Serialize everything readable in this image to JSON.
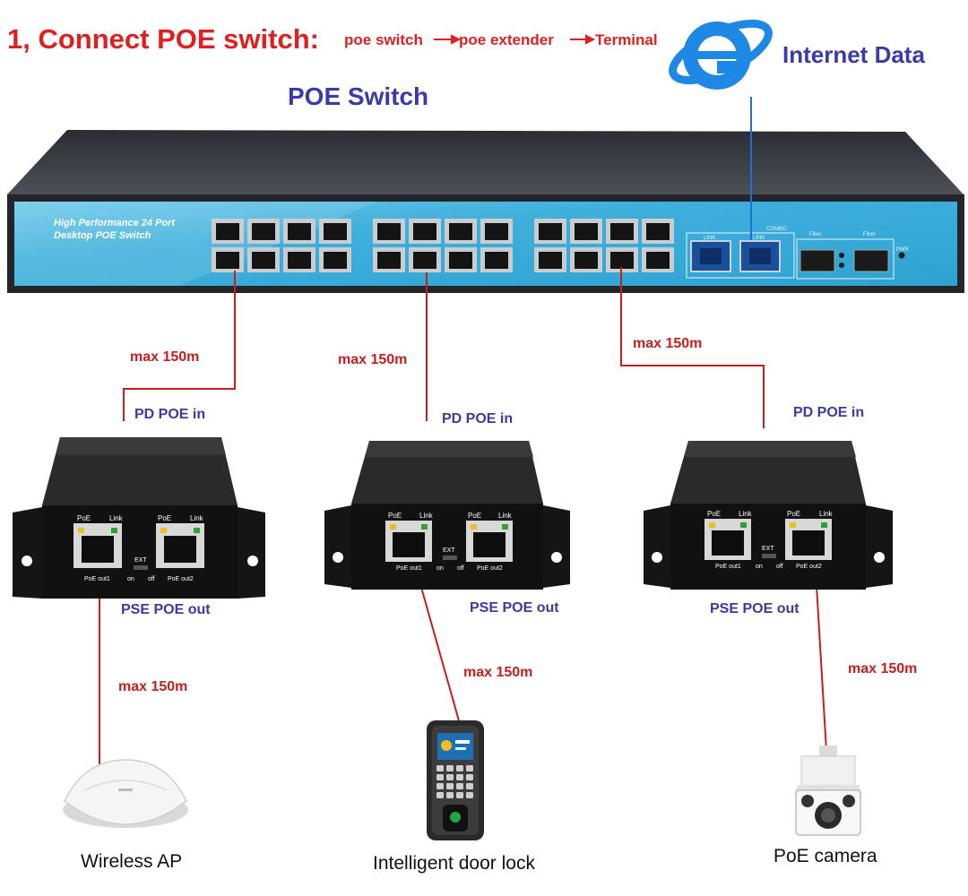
{
  "title": "1, Connect POE switch:",
  "flow": {
    "step1": "poe switch",
    "step2": "poe extender",
    "step3": "Terminal"
  },
  "internet_label": "Internet Data",
  "switch": {
    "label": "POE Switch",
    "panel_line1": "High  Performance 24 Port",
    "panel_line2": "Desktop POE Switch",
    "port_count": 24,
    "uplink_header": "COMBO",
    "uplink_port_label": "LINK",
    "fiber_label": "Fiber",
    "pwr_label": "PWR"
  },
  "extender_text": {
    "poe": "PoE",
    "link": "Link",
    "ext": "EXT",
    "on": "on",
    "off": "off",
    "out1": "PoE out1",
    "out2": "PoE out2"
  },
  "labels": {
    "pd_in": "PD POE in",
    "pse_out": "PSE POE out",
    "distance": "max 150m"
  },
  "devices": {
    "ap": "Wireless AP",
    "lock": "Intelligent door lock",
    "camera": "PoE camera"
  },
  "colors": {
    "title_red": "#e02020",
    "cable_red": "#c81e1e",
    "label_blue": "#3a3aa8",
    "panel_blue": "#47b4dc",
    "ie_blue": "#1e88e5"
  }
}
